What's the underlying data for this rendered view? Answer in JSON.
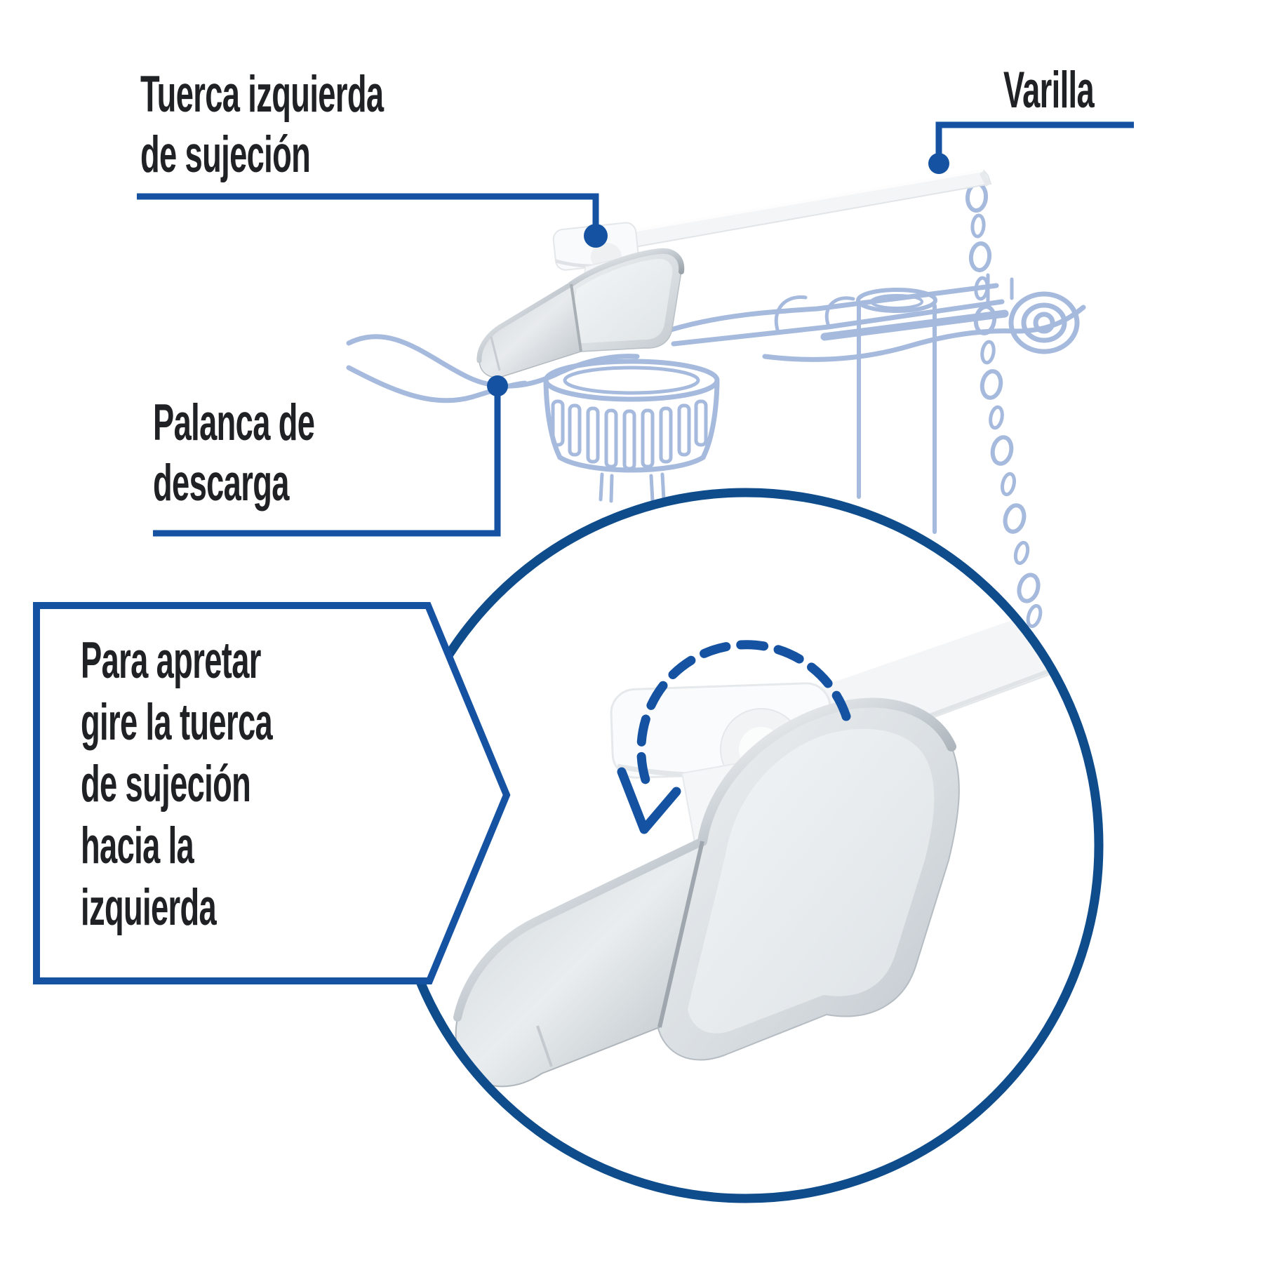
{
  "diagram": {
    "type": "product-instruction-diagram",
    "subject": "toilet tank flush lever installation",
    "labels": {
      "tuerca_line1": "Tuerca izquierda",
      "tuerca_line2": "de sujeción",
      "varilla": "Varilla",
      "palanca_line1": "Palanca de",
      "palanca_line2": "descarga",
      "callout_lines": [
        "Para apretar",
        "gire la tuerca",
        "de sujeción",
        "hacia la",
        "izquierda"
      ]
    },
    "icons": {
      "magnifier_circle": "zoom-detail-circle",
      "rotation_arrow": "counterclockwise-dashed-arrow",
      "chain": "flapper-chain",
      "lever": "flush-lever-with-chrome-handle",
      "rod": "lift-rod",
      "nut": "ribbed-mounting-nut"
    },
    "colors": {
      "background": "#ffffff",
      "text": "#202124",
      "accent_blue": "#1553a2",
      "circle_border_blue": "#0f4c8c",
      "sketch_light_blue": "#a6badd",
      "chrome_light": "#f4f6f7",
      "chrome_dark": "#aab1b8"
    }
  }
}
